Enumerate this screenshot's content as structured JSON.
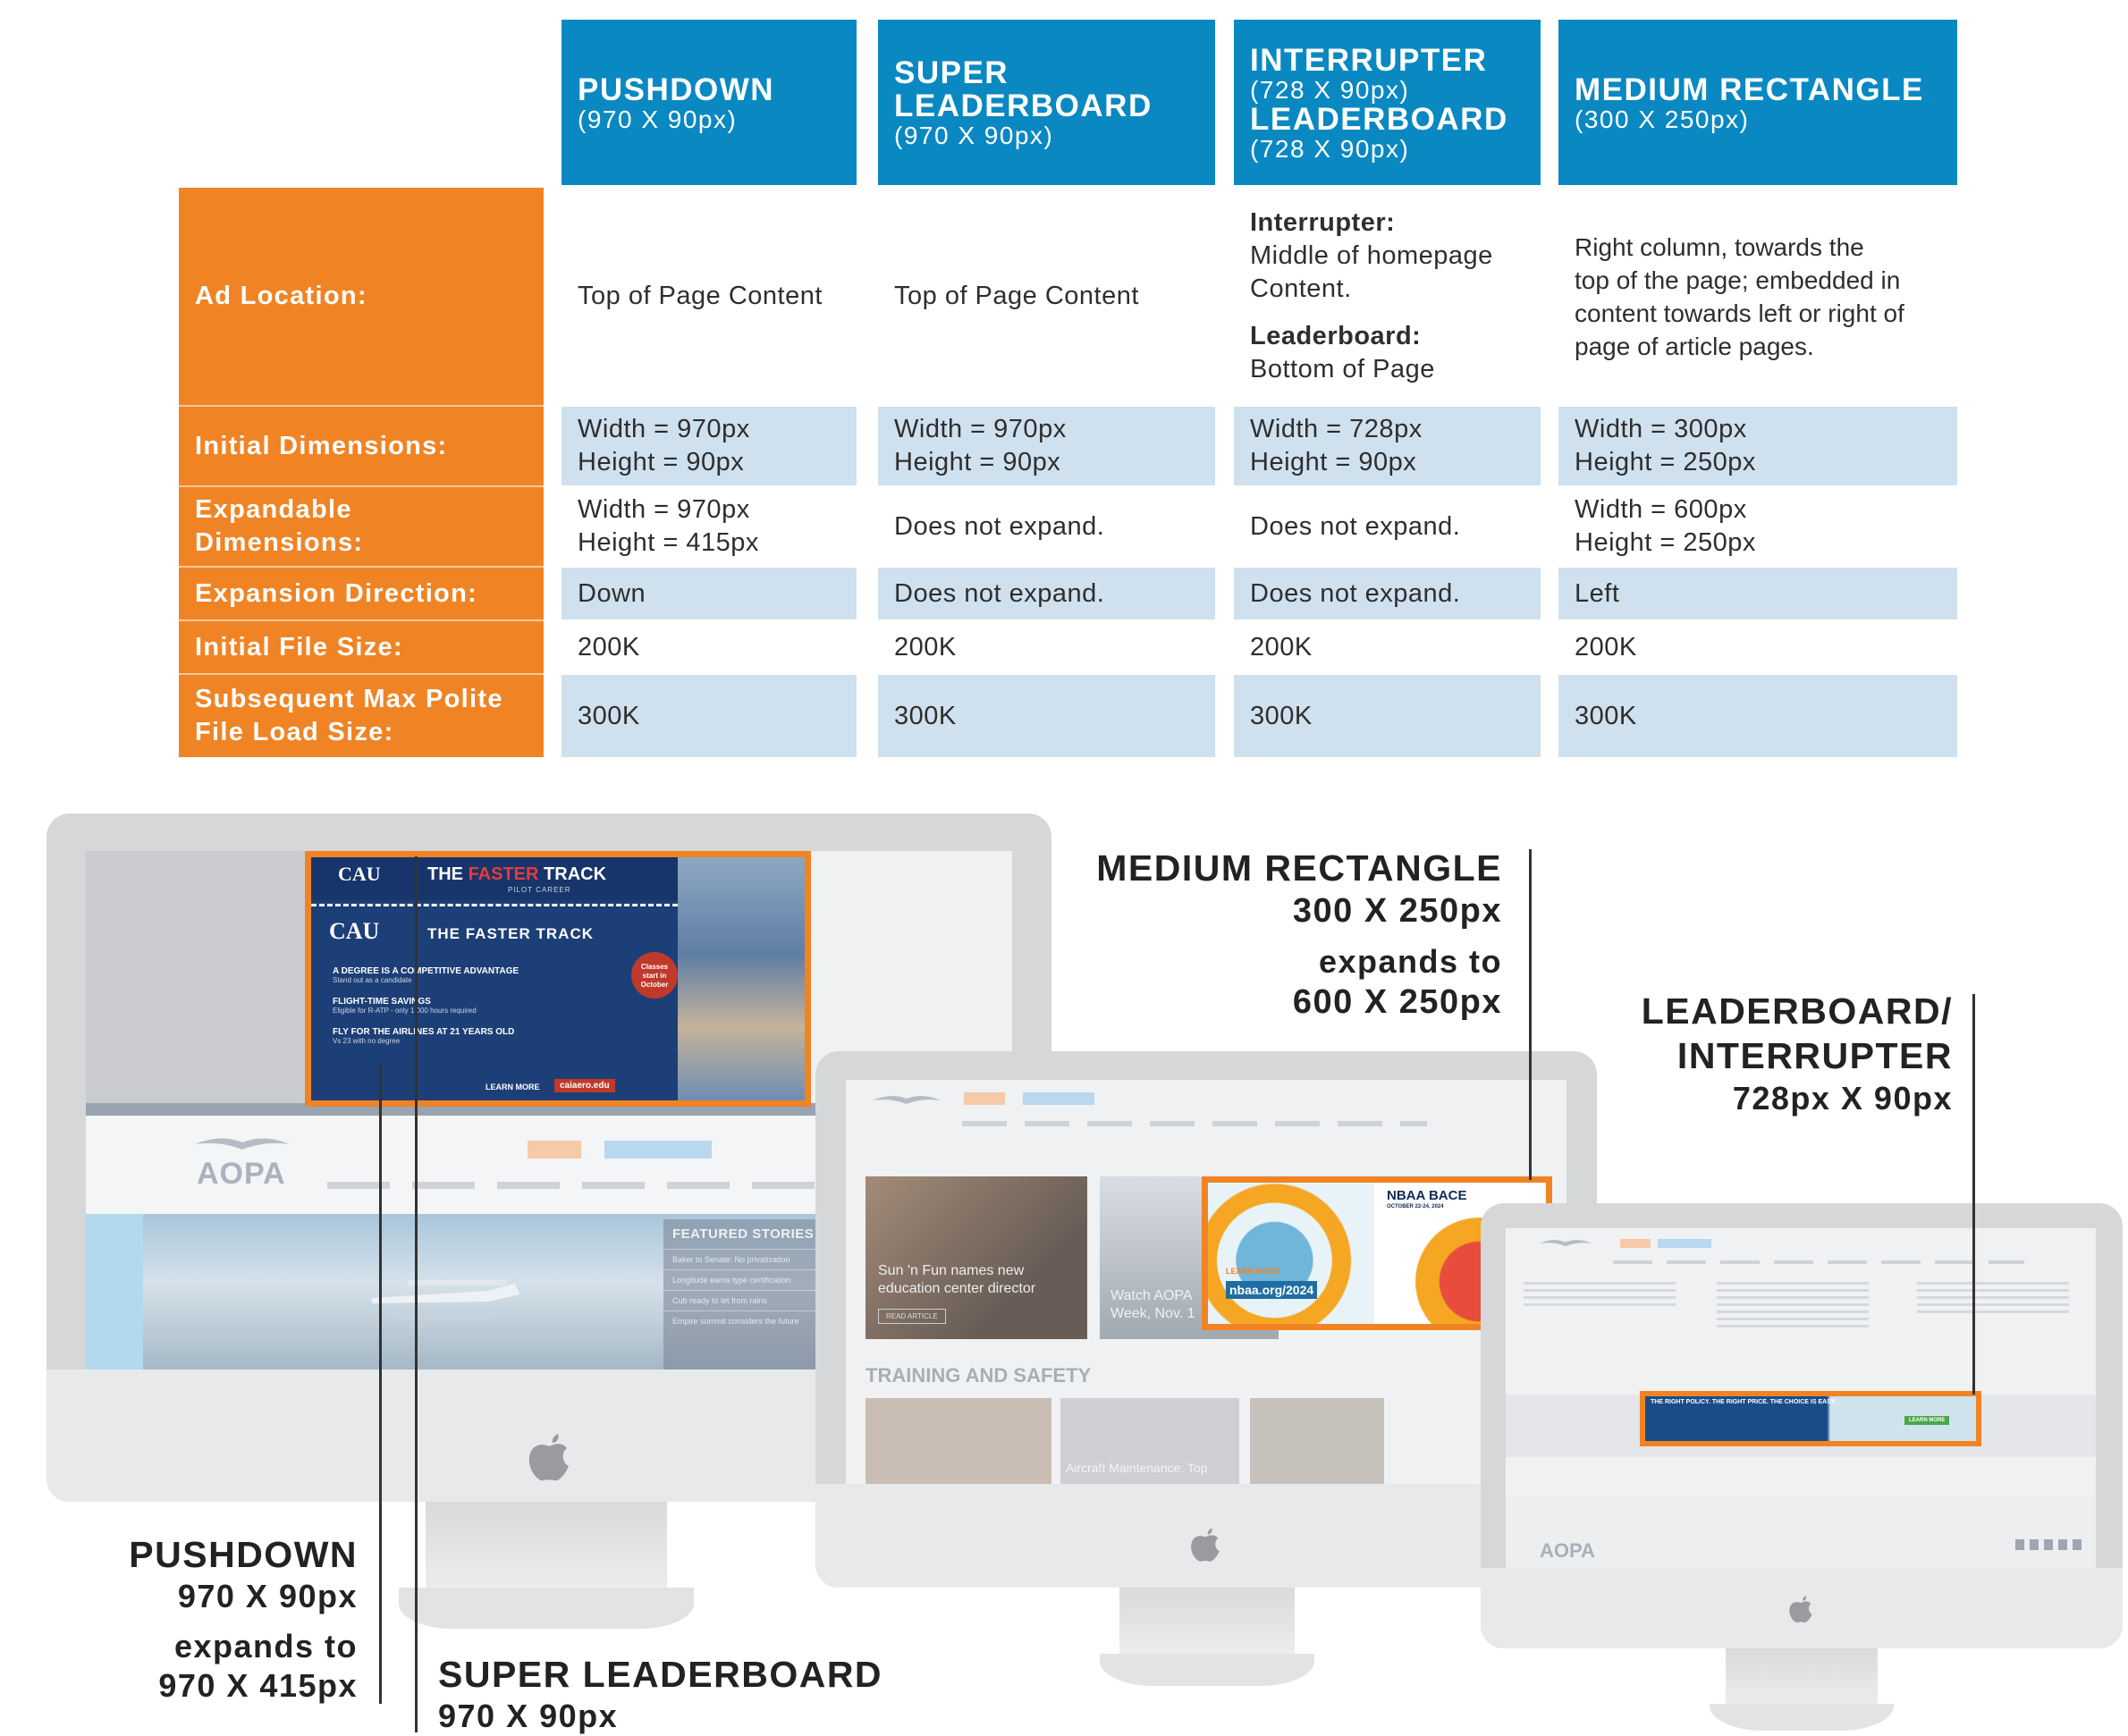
{
  "columns": [
    {
      "title_lines": [
        "PUSHDOWN"
      ],
      "subtitle": "(970 X 90px)"
    },
    {
      "title_lines": [
        "SUPER",
        "LEADERBOARD"
      ],
      "subtitle": "(970 X 90px)"
    },
    {
      "title_lines": [
        "INTERRUPTER"
      ],
      "subtitle": "(728 X 90px)",
      "title2": "LEADERBOARD",
      "subtitle2": "(728 X 90px)"
    },
    {
      "title_lines": [
        "MEDIUM RECTANGLE"
      ],
      "subtitle": "(300 X 250px)"
    }
  ],
  "rows": {
    "ad_location": {
      "label": "Ad Location:",
      "cells": [
        "Top of Page Content",
        "Top of Page Content",
        {
          "h1": "Interrupter:",
          "t1": [
            "Middle of homepage",
            "Content."
          ],
          "h2": "Leaderboard:",
          "t2": "Bottom of Page"
        },
        [
          "Right column, towards the",
          "top of the page; embedded in",
          "content towards left or right of",
          "page of article pages."
        ]
      ]
    },
    "initial_dimensions": {
      "label": "Initial Dimensions:",
      "cells": [
        [
          "Width = 970px",
          "Height = 90px"
        ],
        [
          "Width = 970px",
          "Height = 90px"
        ],
        [
          "Width = 728px",
          "Height = 90px"
        ],
        [
          "Width = 300px",
          "Height = 250px"
        ]
      ]
    },
    "expandable_dimensions": {
      "label": "Expandable Dimensions:",
      "cells": [
        [
          "Width = 970px",
          "Height = 415px"
        ],
        "Does not expand.",
        "Does not expand.",
        [
          "Width = 600px",
          "Height = 250px"
        ]
      ]
    },
    "expansion_direction": {
      "label": "Expansion Direction:",
      "cells": [
        "Down",
        "Does not expand.",
        "Does not expand.",
        "Left"
      ]
    },
    "initial_file_size": {
      "label": "Initial File Size:",
      "cells": [
        "200K",
        "200K",
        "200K",
        "200K"
      ]
    },
    "polite_load": {
      "label_lines": [
        "Subsequent Max Polite",
        "File Load Size:"
      ],
      "cells": [
        "300K",
        "300K",
        "300K",
        "300K"
      ]
    }
  },
  "callouts": {
    "medium_rectangle": [
      "MEDIUM RECTANGLE",
      "300 X 250px",
      "expands to",
      "600 X 250px"
    ],
    "leaderboard": [
      "LEADERBOARD/",
      "INTERRUPTER",
      "728px X 90px"
    ],
    "pushdown": [
      "PUSHDOWN",
      "970 X 90px",
      "expands to",
      "970 X 415px"
    ],
    "super_leaderboard": [
      "SUPER LEADERBOARD",
      "970 X 90px"
    ]
  },
  "mockups": {
    "pushdown_ad": {
      "brand": "CAU",
      "headline_parts": [
        "THE",
        "FASTER",
        "TRACK"
      ],
      "subline": "PILOT CAREER",
      "panel_title": "THE FASTER TRACK",
      "bullets": [
        {
          "title": "A DEGREE IS A COMPETITIVE ADVANTAGE",
          "sub": "Stand out as a candidate"
        },
        {
          "title": "FLIGHT-TIME SAVINGS",
          "sub": "Eligible for R-ATP - only 1,000 hours required"
        },
        {
          "title": "FLY FOR THE AIRLINES AT 21 YEARS OLD",
          "sub": "Vs 23 with no degree"
        }
      ],
      "badge_lines": [
        "Classes",
        "start in",
        "October"
      ],
      "cta": "LEARN MORE",
      "url": "caiaero.edu"
    },
    "site": {
      "logo": "AOPA",
      "featured": "FEATURED STORIES",
      "featured_items": [
        "Baker to Senate: No privatization",
        "Longitude earns type certification",
        "Cub ready to let from rains",
        "Empire summit considers the future"
      ]
    },
    "middle": {
      "story": [
        "Sun 'n Fun names new",
        "education center director"
      ],
      "story_cta": "READ ARTICLE",
      "story2": [
        "Watch AOPA",
        "Week, Nov. 1"
      ],
      "section": "TRAINING AND SAFETY",
      "story3": "Aircraft Maintenance: Top",
      "ad_brand": "NBAA BACE",
      "ad_dates": "OCTOBER 22-24, 2024",
      "ad_cta": "LEARN MORE",
      "ad_url": "nbaa.org/2024"
    },
    "right": {
      "ad_text": "THE RIGHT POLICY. THE RIGHT PRICE. THE CHOICE IS EASY.",
      "ad_cta": "LEARN MORE",
      "logo": "AOPA"
    }
  },
  "colors": {
    "blue": "#0a88c2",
    "orange": "#f08425",
    "shade": "#cfe1ef"
  }
}
